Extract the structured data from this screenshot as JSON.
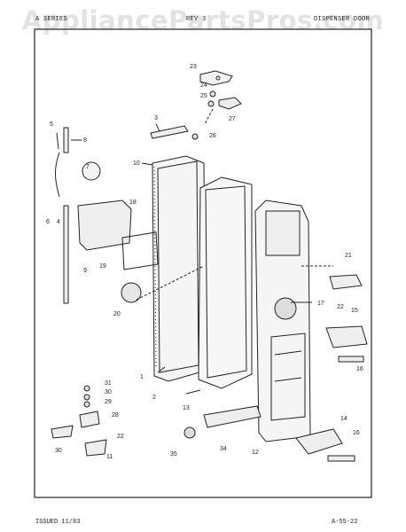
{
  "header": {
    "left": "A SERIES",
    "mid": "REV 3",
    "right": "DISPENSER DOOR"
  },
  "watermark": "AppliancePartsPros.com",
  "footer": {
    "issued": "ISSUED 11/83",
    "code": "A-55-22"
  },
  "parts": {
    "p1": "1",
    "p2": "2",
    "p3": "3",
    "p4": "4",
    "p5": "5",
    "p6": "6",
    "p7": "7",
    "p8": "8",
    "p9": "9",
    "p10": "10",
    "p11": "11",
    "p12": "12",
    "p13": "13",
    "p14": "14",
    "p15": "15",
    "p16a": "16",
    "p16b": "16",
    "p17": "17",
    "p18": "18",
    "p19": "19",
    "p20": "20",
    "p21": "21",
    "p22a": "22",
    "p22b": "22",
    "p23": "23",
    "p24": "24",
    "p25": "25",
    "p26": "26",
    "p27": "27",
    "p28": "28",
    "p29": "29",
    "p30a": "30",
    "p30b": "30",
    "p31": "31",
    "p34": "34",
    "p35": "35"
  }
}
